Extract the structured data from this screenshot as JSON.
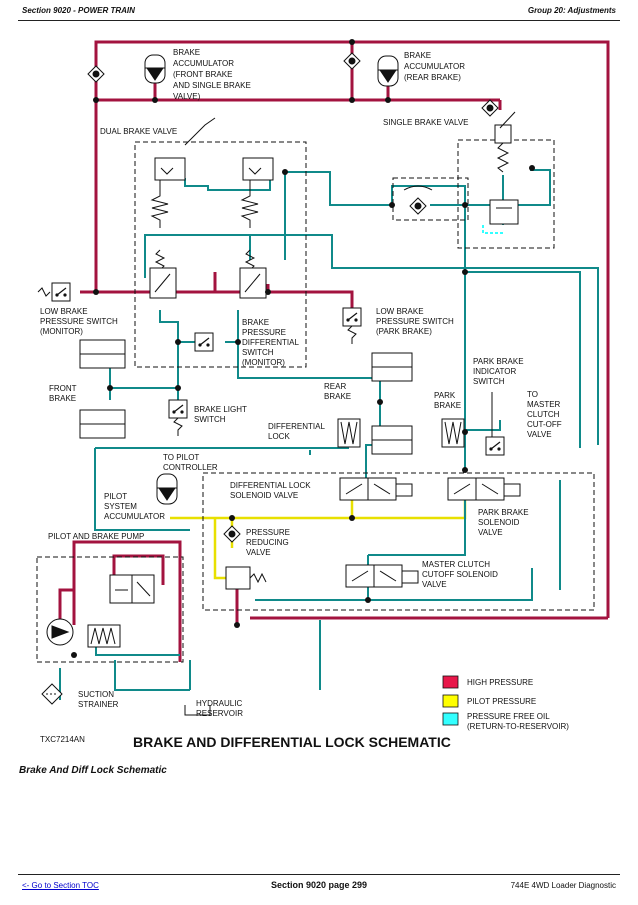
{
  "header": {
    "section": "Section 9020 - POWER TRAIN",
    "group": "Group 20: Adjustments"
  },
  "diagram": {
    "figure_id": "TXC7214AN",
    "title": "BRAKE AND DIFFERENTIAL LOCK SCHEMATIC",
    "labels": {
      "accum_front": [
        "BRAKE",
        "ACCUMULATOR",
        "(FRONT BRAKE",
        "AND SINGLE BRAKE",
        "VALVE)"
      ],
      "accum_rear": [
        "BRAKE",
        "ACCUMULATOR",
        "(REAR BRAKE)"
      ],
      "dual_valve": [
        "DUAL BRAKE VALVE"
      ],
      "single_valve": [
        "SINGLE BRAKE VALVE"
      ],
      "low_brake_monitor": [
        "LOW BRAKE",
        "PRESSURE SWITCH",
        "(MONITOR)"
      ],
      "low_brake_park": [
        "LOW BRAKE",
        "PRESSURE SWITCH",
        "(PARK BRAKE)"
      ],
      "diff_switch": [
        "BRAKE",
        "PRESSURE",
        "DIFFERENTIAL",
        "SWITCH",
        "(MONITOR)"
      ],
      "front_brake": [
        "FRONT",
        "BRAKE"
      ],
      "brake_light": [
        "BRAKE LIGHT",
        "SWITCH"
      ],
      "rear_brake": [
        "REAR",
        "BRAKE"
      ],
      "diff_lock": [
        "DIFFERENTIAL",
        "LOCK"
      ],
      "park_brake": [
        "PARK",
        "BRAKE"
      ],
      "park_indicator": [
        "PARK BRAKE",
        "INDICATOR",
        "SWITCH"
      ],
      "to_master": [
        "TO",
        "MASTER",
        "CLUTCH",
        "CUT-OFF",
        "VALVE"
      ],
      "to_pilot": [
        "TO PILOT",
        "CONTROLLER"
      ],
      "diff_solenoid": [
        "DIFFERENTIAL LOCK",
        "SOLENOID VALVE"
      ],
      "pilot_accum": [
        "PILOT",
        "SYSTEM",
        "ACCUMULATOR"
      ],
      "park_solenoid": [
        "PARK BRAKE",
        "SOLENOID",
        "VALVE"
      ],
      "pilot_pump": [
        "PILOT AND BRAKE PUMP"
      ],
      "pressure_reducing": [
        "PRESSURE",
        "REDUCING",
        "VALVE"
      ],
      "master_solenoid": [
        "MASTER CLUTCH",
        "CUTOFF SOLENOID",
        "VALVE"
      ],
      "suction": [
        "SUCTION",
        "STRAINER"
      ],
      "reservoir": [
        "HYDRAULIC",
        "RESERVOIR"
      ]
    },
    "legend": [
      {
        "label": "HIGH PRESSURE",
        "color": "#e8174a"
      },
      {
        "label": "PILOT PRESSURE",
        "color": "#ffff00"
      },
      {
        "label": "PRESSURE FREE OIL",
        "sub": "(RETURN-TO-RESERVOIR)",
        "color": "#33ffff"
      }
    ],
    "colors": {
      "high": "#a3133f",
      "pilot": "#e8e000",
      "return": "#108a8a"
    }
  },
  "caption": "Brake And Diff Lock Schematic",
  "footer": {
    "link": "<- Go to Section TOC",
    "page": "Section 9020 page 299",
    "doc": "744E 4WD Loader Diagnostic"
  }
}
